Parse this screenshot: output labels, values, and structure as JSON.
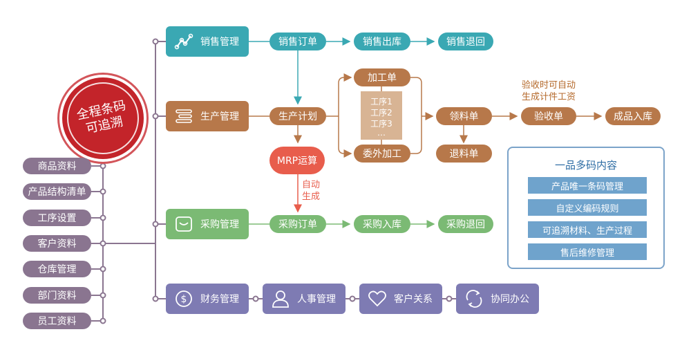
{
  "seal": {
    "line1": "全程条码",
    "line2": "可追溯"
  },
  "left_items": [
    "商品资料",
    "产品结构清单",
    "工序设置",
    "客户资料",
    "仓库管理",
    "部门资料",
    "员工资料"
  ],
  "modules": {
    "sales": "销售管理",
    "production": "生产管理",
    "purchase": "采购管理",
    "finance": "财务管理",
    "hr": "人事管理",
    "crm": "客户关系",
    "office": "协同办公"
  },
  "sales_flow": [
    "销售订单",
    "销售出库",
    "销售退回"
  ],
  "production_flow": {
    "plan": "生产计划",
    "processing": "加工单",
    "steps": [
      "工序1",
      "工序2",
      "工序3",
      "…"
    ],
    "outsource": "委外加工",
    "pick": "领料单",
    "return": "退料单",
    "inspect": "验收单",
    "finished": "成品入库"
  },
  "inspect_note": {
    "line1": "验收时可自动",
    "line2": "生成计件工资"
  },
  "mrp": "MRP运算",
  "mrp_note": {
    "line1": "自动",
    "line2": "生成"
  },
  "purchase_flow": [
    "采购订单",
    "采购入库",
    "采购退回"
  ],
  "multi_code": {
    "title": "一品多码内容",
    "items": [
      "产品唯一条码管理",
      "自定义编码规则",
      "可追溯材料、生产过程",
      "售后维修管理"
    ]
  },
  "colors": {
    "sales": "#3aa8b3",
    "production": "#b7784a",
    "purchase": "#7bba74",
    "bottom": "#7e7bb3",
    "left": "#8a7590",
    "mrp": "#e85d4c",
    "seal": "#c3242a",
    "box": "#6fa3cc"
  }
}
